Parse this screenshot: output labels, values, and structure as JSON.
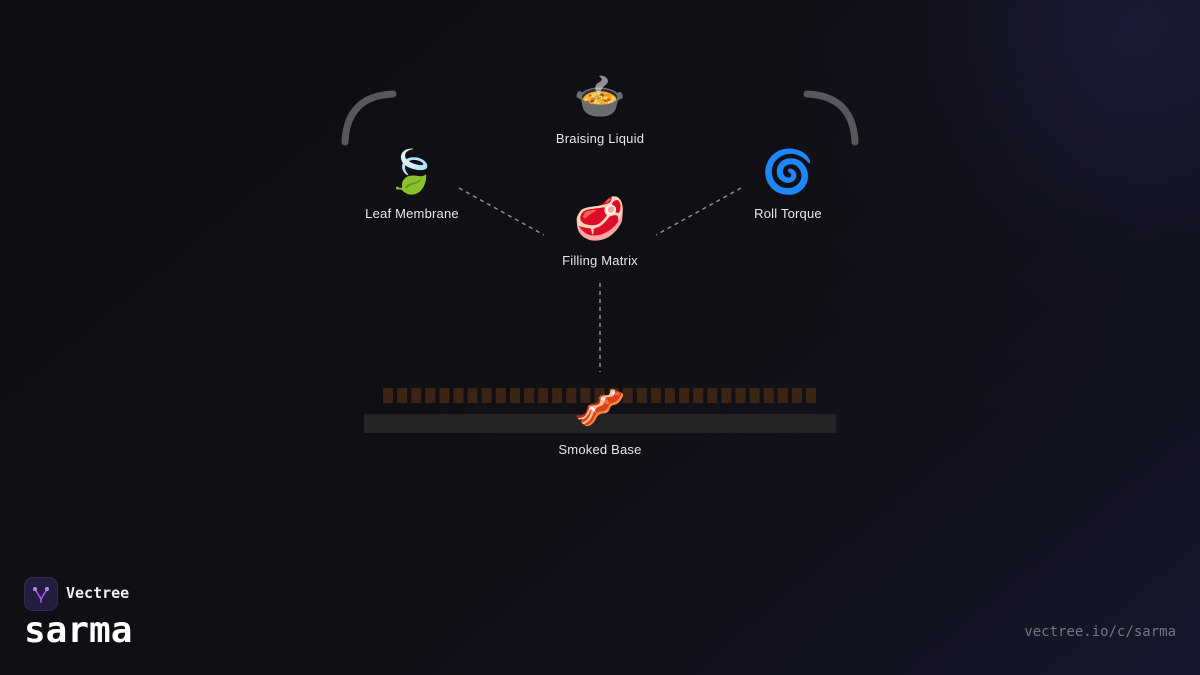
{
  "diagram": {
    "nodes": {
      "braising_liquid": {
        "emoji": "🍲",
        "label": "Braising Liquid"
      },
      "leaf_membrane": {
        "emoji": "🍃",
        "label": "Leaf Membrane"
      },
      "roll_torque": {
        "emoji": "🌀",
        "label": "Roll Torque"
      },
      "filling_matrix": {
        "emoji": "🥩",
        "label": "Filling Matrix"
      },
      "smoked_base": {
        "emoji": "🥓",
        "label": "Smoked Base"
      }
    },
    "colors": {
      "arc": "#58585c",
      "dashed_connector": "#8a8a90",
      "base_slats": "#3b2414",
      "base_plate": "#242426"
    }
  },
  "branding": {
    "logo_icon": "vectree-branch-icon",
    "logo_accent": "#a855f7",
    "company": "Vectree",
    "project": "sarma",
    "url": "vectree.io/c/sarma"
  }
}
